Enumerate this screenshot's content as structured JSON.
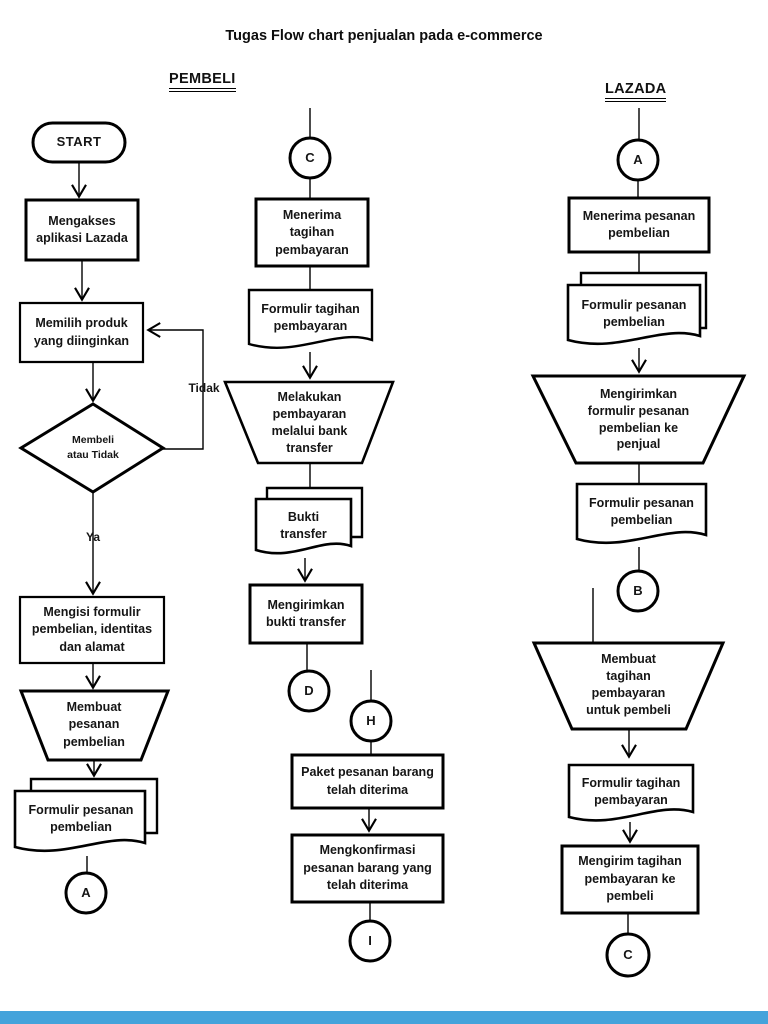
{
  "title": "Tugas Flow chart penjualan pada e-commerce",
  "columns": {
    "pembeli": "PEMBELI",
    "lazada": "LAZADA"
  },
  "labels": {
    "tidak": "Tidak",
    "ya": "Ya"
  },
  "nodes": {
    "start": "START",
    "akses": "Mengakses aplikasi Lazada",
    "pilih": "Memilih produk yang diinginkan",
    "beli": "Membeli atau Tidak",
    "mengisi": "Mengisi formulir pembelian, identitas dan alamat",
    "buat_pesanan": "Membuat pesanan pembelian",
    "form_pesanan_kiri": "Formulir pesanan pembelian",
    "terima_tagihan": "Menerima tagihan pembayaran",
    "form_tagihan_tengah": "Formulir tagihan pembayaran",
    "bayar": "Melakukan pembayaran melalui bank transfer",
    "bukti": "Bukti transfer",
    "kirim_bukti": "Mengirimkan bukti transfer",
    "paket": "Paket pesanan barang telah diterima",
    "konfirmasi": "Mengkonfirmasi pesanan barang yang telah diterima",
    "terima_pesanan": "Menerima pesanan pembelian",
    "form_pesanan_kanan1": "Formulir pesanan pembelian",
    "kirim_form": "Mengirimkan formulir pesanan pembelian ke penjual",
    "form_pesanan_kanan2": "Formulir pesanan pembelian",
    "buat_tagihan": "Membuat tagihan pembayaran untuk pembeli",
    "form_tagihan_kanan": "Formulir tagihan pembayaran",
    "kirim_tagihan": "Mengirim tagihan pembayaran ke pembeli"
  },
  "connectors": {
    "a_kiri": "A",
    "c_tengah": "C",
    "d": "D",
    "h": "H",
    "i": "I",
    "a_kanan": "A",
    "b": "B",
    "c_kanan": "C"
  },
  "colors": {
    "stroke": "#000000",
    "background": "#ffffff",
    "footer_bar": "#44a3db"
  }
}
